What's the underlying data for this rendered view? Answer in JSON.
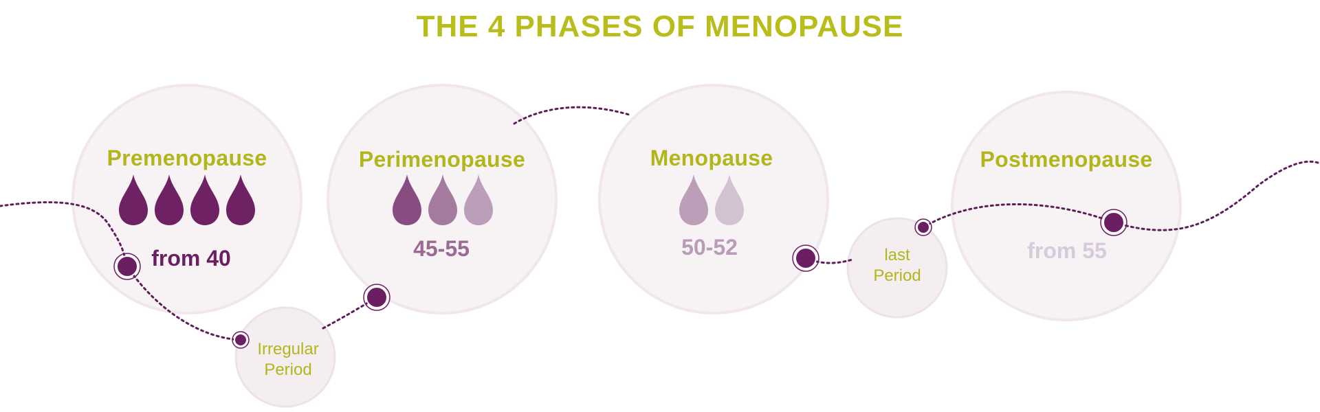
{
  "title": "THE 4 PHASES OF MENOPAUSE",
  "colors": {
    "title": "#b9bd1c",
    "label": "#b3b61b",
    "circle": "#f7f2f4",
    "circle_stroke": "#ede4e8",
    "line": "#5e1d5b",
    "dot": "#6b1f62"
  },
  "phases": [
    {
      "name": "Premenopause",
      "age": "from 40",
      "age_color": "#6b1f62",
      "drops": [
        "#6e2163",
        "#6e2163",
        "#6e2163",
        "#6e2163"
      ]
    },
    {
      "name": "Perimenopause",
      "age": "45-55",
      "age_color": "#9b6a93",
      "drops": [
        "#874c80",
        "#a57a9f",
        "#bb9fb8"
      ]
    },
    {
      "name": "Menopause",
      "age": "50-52",
      "age_color": "#b79db6",
      "drops": [
        "#bb9fb8",
        "#d3c3d2"
      ]
    },
    {
      "name": "Postmenopause",
      "age": "from 55",
      "age_color": "#d6cadb",
      "drops": []
    }
  ],
  "events": [
    {
      "line1": "Irregular",
      "line2": "Period"
    },
    {
      "line1": "last",
      "line2": "Period"
    }
  ]
}
